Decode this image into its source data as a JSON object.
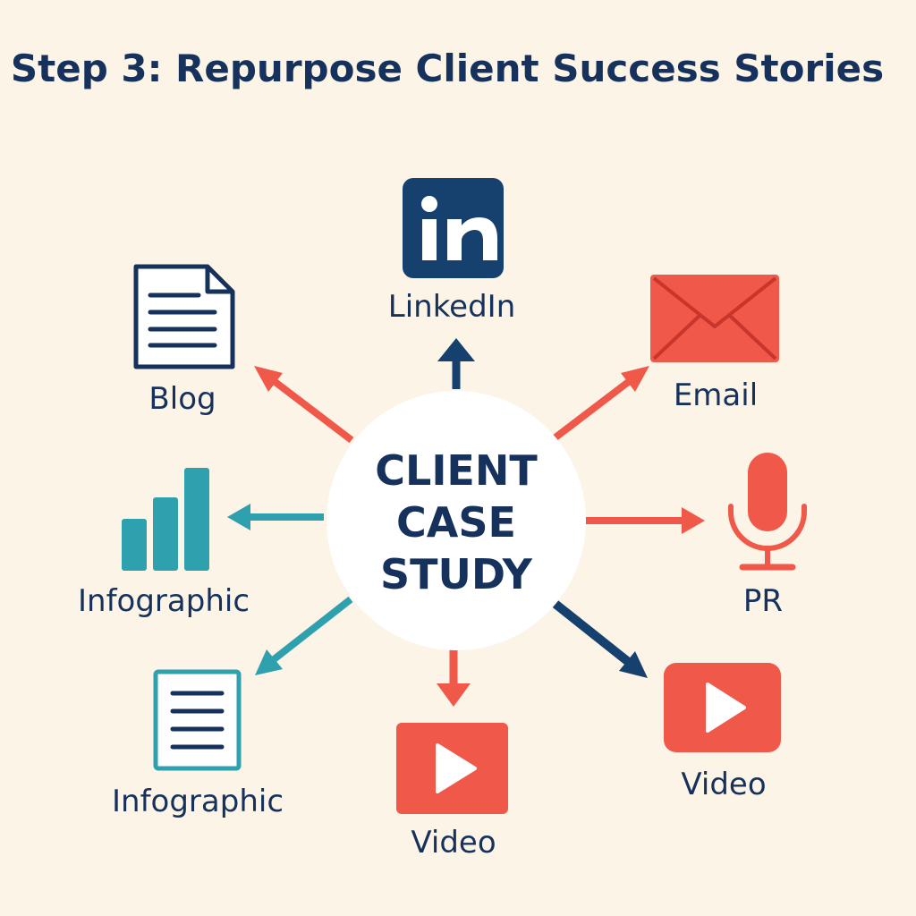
{
  "title": "Step 3: Repurpose Client Success Stories",
  "center": {
    "lines": [
      "CLIENT",
      "CASE",
      "STUDY"
    ]
  },
  "channels": [
    {
      "id": "linkedin",
      "label": "LinkedIn",
      "icon": "linkedin-icon",
      "color": "#16406e"
    },
    {
      "id": "blog",
      "label": "Blog",
      "icon": "document-icon",
      "color": "#16325c"
    },
    {
      "id": "email",
      "label": "Email",
      "icon": "envelope-icon",
      "color": "#f0584a"
    },
    {
      "id": "infographic-1",
      "label": "Infographic",
      "icon": "bar-chart-icon",
      "color": "#2fa0ae"
    },
    {
      "id": "pr",
      "label": "PR",
      "icon": "microphone-icon",
      "color": "#f0584a"
    },
    {
      "id": "infographic-2",
      "label": "Infographic",
      "icon": "text-document-icon",
      "color": "#2fa0ae"
    },
    {
      "id": "video-bottom",
      "label": "Video",
      "icon": "play-button-icon",
      "color": "#f0584a"
    },
    {
      "id": "video-right",
      "label": "Video",
      "icon": "play-button-icon",
      "color": "#f0584a"
    }
  ],
  "colors": {
    "navy": "#16325c",
    "coral": "#f0584a",
    "teal": "#2fa0ae",
    "background": "#fcf4e6"
  }
}
